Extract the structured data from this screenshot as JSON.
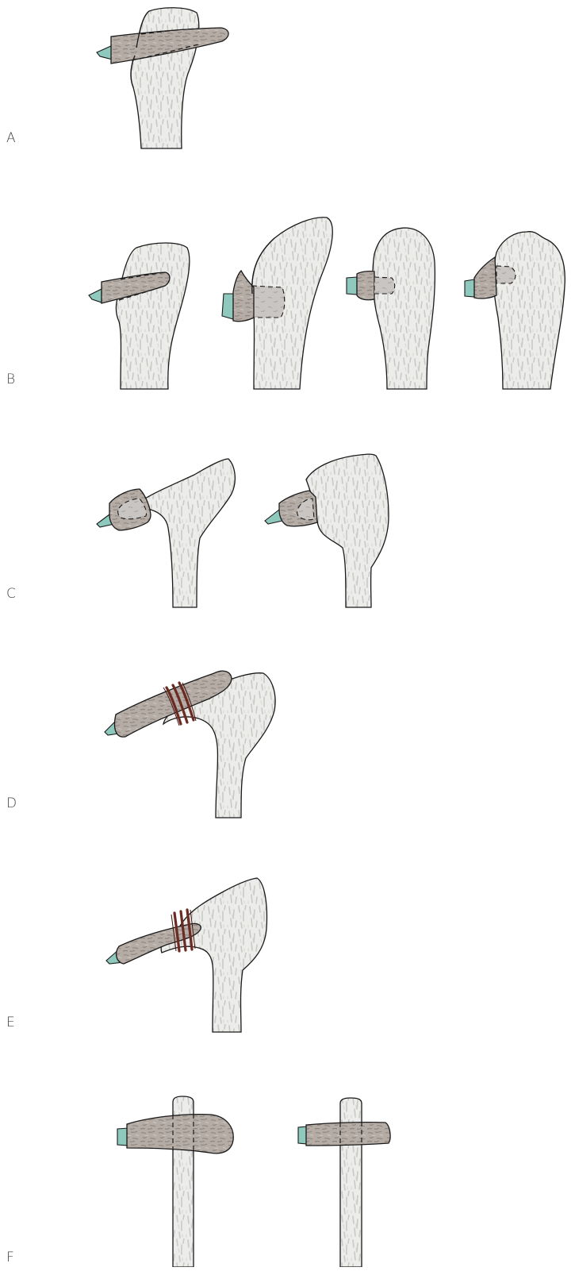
{
  "panels": [
    {
      "id": "A",
      "label": "A"
    },
    {
      "id": "B",
      "label": "B"
    },
    {
      "id": "C",
      "label": "C"
    },
    {
      "id": "D",
      "label": "D"
    },
    {
      "id": "E",
      "label": "E"
    },
    {
      "id": "F",
      "label": "F"
    }
  ],
  "colors": {
    "shaft_fill": "#ececea",
    "shaft_grain": "#c9c9c6",
    "head_fill": "#b5aca6",
    "head_grain": "#8f8680",
    "blade": "#8fc9bd",
    "lashing": "#6b2a22",
    "outline": "#1a1a1a"
  }
}
